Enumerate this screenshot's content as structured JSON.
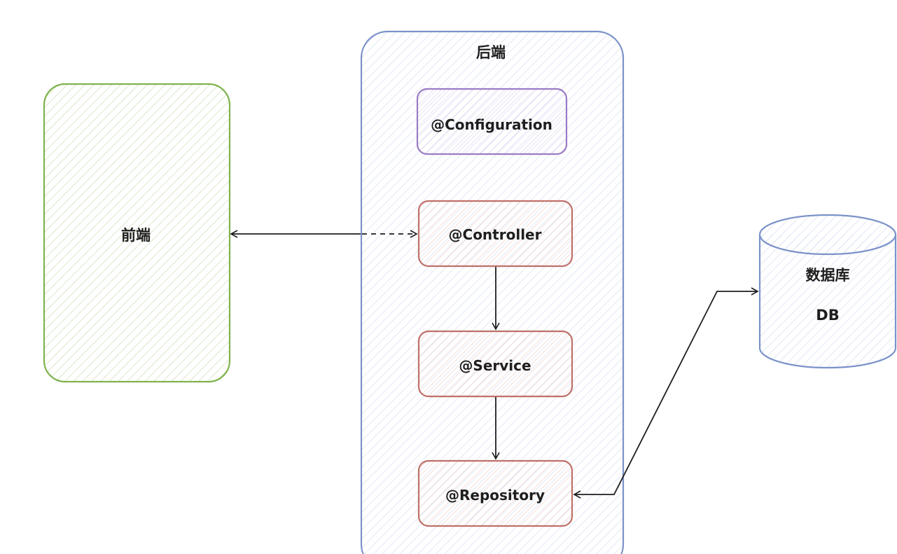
{
  "diagram": {
    "frontend": {
      "label": "前端",
      "stroke": "#7fb34d",
      "hatch": "#c5dcae"
    },
    "backend": {
      "label": "后端",
      "stroke": "#7b92c9",
      "hatch": "#c9d3ea"
    },
    "configuration": {
      "label": "@Configuration",
      "stroke": "#9a7cc4",
      "hatch": "#d6c8e8"
    },
    "controller": {
      "label": "@Controller",
      "stroke": "#c0706a",
      "hatch": "#e6c3c0"
    },
    "service": {
      "label": "@Service",
      "stroke": "#c0706a",
      "hatch": "#e6c3c0"
    },
    "repository": {
      "label": "@Repository",
      "stroke": "#c0706a",
      "hatch": "#e6c3c0"
    },
    "database": {
      "label": "数据库",
      "sublabel": "DB",
      "stroke": "#7b92c9",
      "hatch": "#c9d3ea"
    },
    "arrow_color": "#1e1e1e"
  }
}
